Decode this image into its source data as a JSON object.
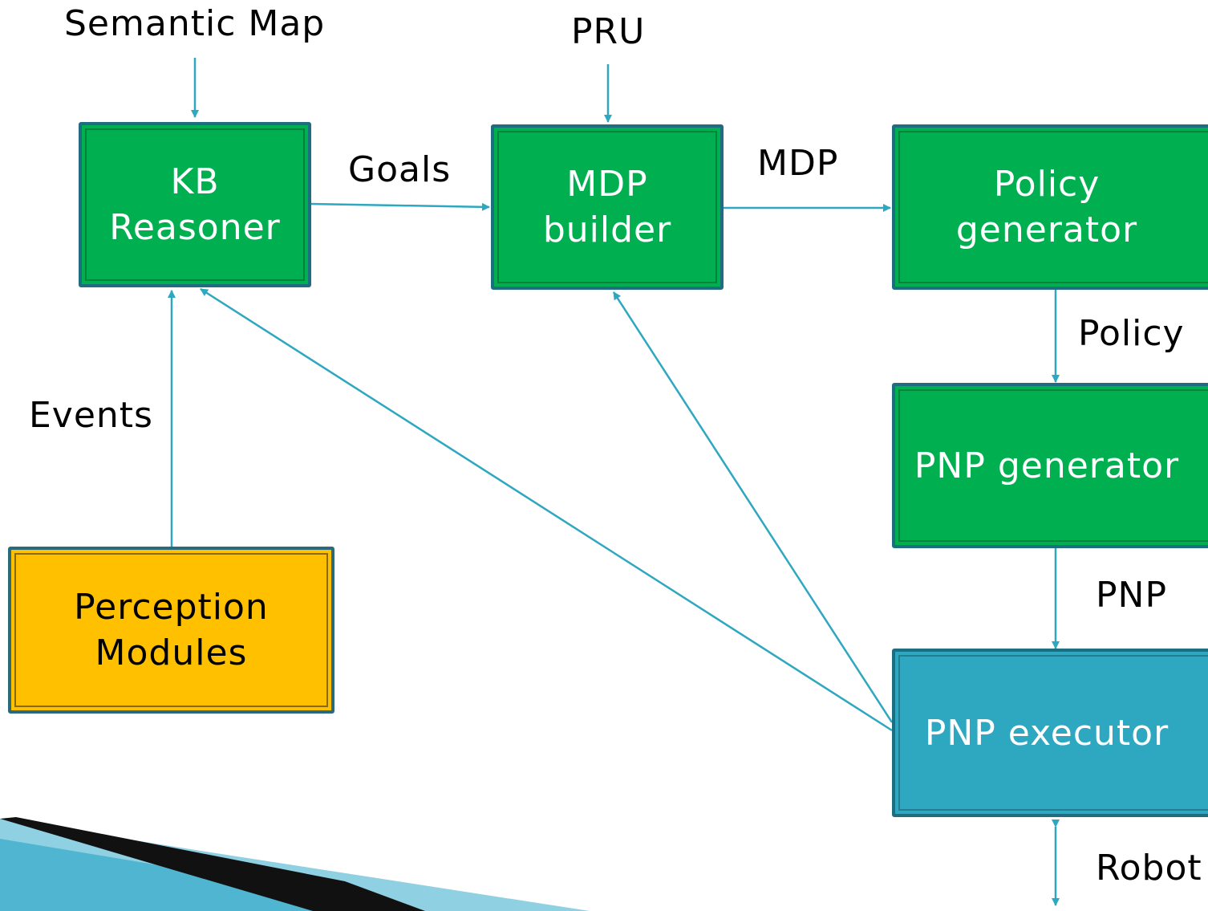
{
  "colors": {
    "box_green": "#00b050",
    "box_yellow": "#ffc000",
    "box_teal": "#2ea7c0",
    "border": "#1f6d80",
    "arrow": "#2ea7c0"
  },
  "nodes": {
    "kb_reasoner": "KB\nReasoner",
    "mdp_builder": "MDP\nbuilder",
    "policy_generator": "Policy\ngenerator",
    "pnp_generator": "PNP generator",
    "pnp_executor": "PNP executor",
    "perception_modules": "Perception\nModules"
  },
  "labels": {
    "semantic_map": "Semantic Map",
    "pru": "PRU",
    "goals": "Goals",
    "mdp": "MDP",
    "policy": "Policy",
    "events": "Events",
    "pnp": "PNP",
    "robot": "Robot"
  }
}
